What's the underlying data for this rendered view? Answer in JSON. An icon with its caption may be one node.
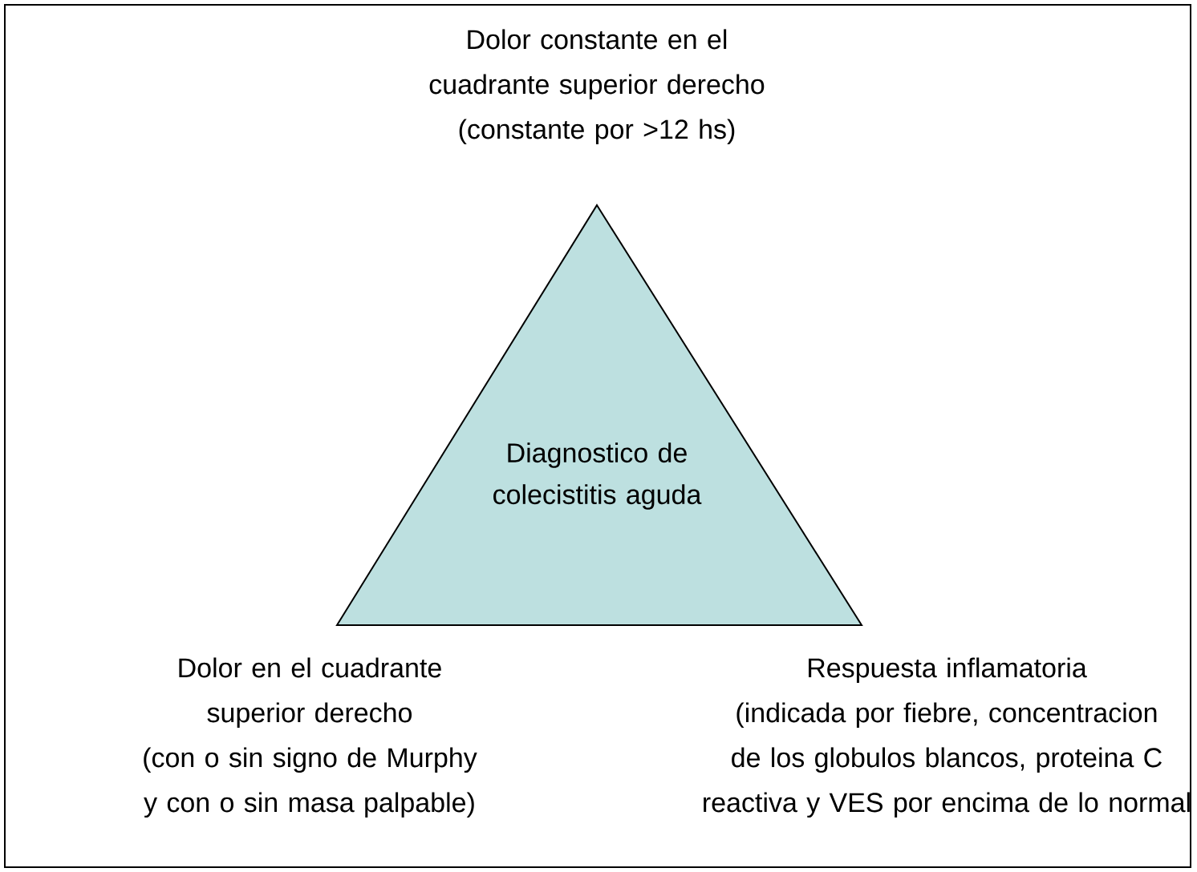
{
  "diagram": {
    "nodes": [
      {
        "text": [
          "Diagnostico de colecistitis aguda"
        ]
      }
    ],
    "labels": [
      "Dolor constante en el cuadrante superior derecho",
      "(constante por >12 hs)",
      "Dolor en el cuadrante superior derecho",
      "(con o sin signo de Murphy y con o sin masa palpable)",
      "Respuesta inflamatoria",
      "(indicada por fiebre, concentracion de los globulos blancos, proteina C reactiva y VES por encima de lo normal"
    ]
  }
}
